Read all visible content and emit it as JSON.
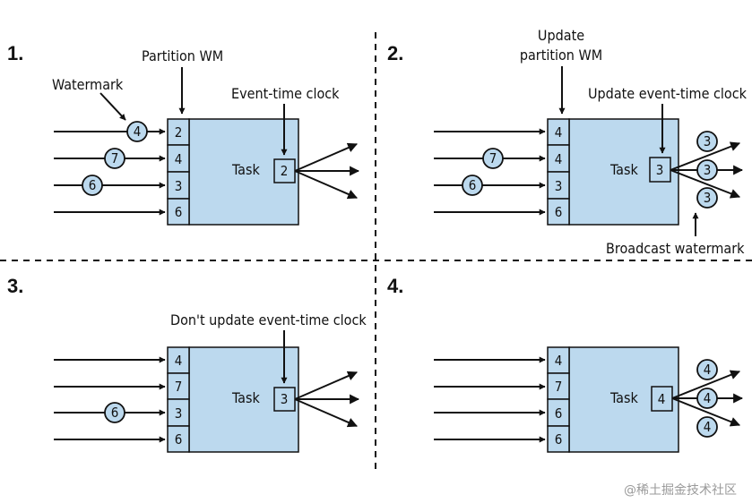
{
  "quadrants": [
    {
      "number": "1.",
      "task_label": "Task",
      "partition_values": [
        "2",
        "4",
        "3",
        "6"
      ],
      "clock_value": "2",
      "incoming_watermarks": [
        {
          "row": 0,
          "value": "4"
        },
        {
          "row": 1,
          "value": "7"
        },
        {
          "row": 2,
          "value": "6"
        }
      ],
      "broadcast_values": [],
      "annotations": {
        "watermark": "Watermark",
        "partition_wm": "Partition WM",
        "clock": "Event-time clock"
      }
    },
    {
      "number": "2.",
      "task_label": "Task",
      "partition_values": [
        "4",
        "4",
        "3",
        "6"
      ],
      "clock_value": "3",
      "incoming_watermarks": [
        {
          "row": 1,
          "value": "7"
        },
        {
          "row": 2,
          "value": "6"
        }
      ],
      "broadcast_values": [
        "3",
        "3",
        "3"
      ],
      "annotations": {
        "partition_wm_line1": "Update",
        "partition_wm_line2": "partition WM",
        "clock": "Update event-time clock",
        "broadcast": "Broadcast watermark"
      }
    },
    {
      "number": "3.",
      "task_label": "Task",
      "partition_values": [
        "4",
        "7",
        "3",
        "6"
      ],
      "clock_value": "3",
      "incoming_watermarks": [
        {
          "row": 2,
          "value": "6"
        }
      ],
      "broadcast_values": [],
      "annotations": {
        "clock": "Don't update event-time clock"
      }
    },
    {
      "number": "4.",
      "task_label": "Task",
      "partition_values": [
        "4",
        "7",
        "6",
        "6"
      ],
      "clock_value": "4",
      "incoming_watermarks": [],
      "broadcast_values": [
        "4",
        "4",
        "4"
      ],
      "annotations": {}
    }
  ],
  "watermark_text": "@稀土掘金技术社区",
  "colors": {
    "fill": "#bcd9ee",
    "stroke": "#111111"
  }
}
